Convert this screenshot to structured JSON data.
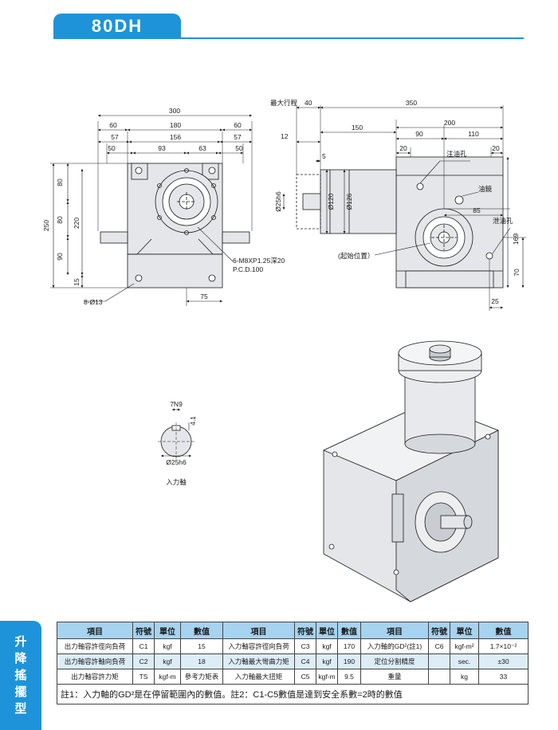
{
  "header": {
    "title": "80DH"
  },
  "side_tab": {
    "chars": [
      "升",
      "降",
      "搖",
      "擺",
      "型"
    ]
  },
  "front_view": {
    "dims": {
      "w300": "300",
      "w60l": "60",
      "w180": "180",
      "w60r": "60",
      "w57l": "57",
      "w156": "156",
      "w57r": "57",
      "w50l": "50",
      "w93": "93",
      "w63": "63",
      "w50r": "50",
      "h80a": "80",
      "h80b": "80",
      "h90": "90",
      "h220": "220",
      "h250": "250",
      "h15": "15",
      "w75": "75"
    },
    "callout_bolt": "6-M8XP1.25深20",
    "callout_pcd": "P.C.D.100",
    "callout_holes": "8-Ø13"
  },
  "side_view": {
    "labels": {
      "max_stroke": "最大行程",
      "stroke_val": "40",
      "w350": "350",
      "w200": "200",
      "w150": "150",
      "w90": "90",
      "w110": "110",
      "w20l": "20",
      "w20r": "20",
      "w12": "12",
      "w5": "5",
      "d25": "Ø25h6",
      "d120": "Ø120",
      "d126": "Ø126",
      "d85": "85",
      "h169": "169",
      "h70": "70",
      "w25": "25"
    },
    "oil_fill": "注油孔",
    "oil_gauge": "油鏡",
    "oil_drain": "泄油孔",
    "start_pos": "(起始位置）"
  },
  "shaft_detail": {
    "key": "7N9",
    "depth": "4.1",
    "dia": "Ø25h6",
    "label": "入力軸"
  },
  "spec_table": {
    "headers": [
      "項目",
      "符號",
      "單位",
      "數值",
      "項目",
      "符號",
      "單位",
      "數值",
      "項目",
      "符號",
      "單位",
      "數值"
    ],
    "rows": [
      [
        "出力軸容許徑向負荷",
        "C1",
        "kgf",
        "15",
        "入力軸容許徑向負荷",
        "C3",
        "kgf",
        "170",
        "入力軸的GD²(註1)",
        "C6",
        "kgf-m²",
        "1.7×10⁻²"
      ],
      [
        "出力軸容許軸向負荷",
        "C2",
        "kgf",
        "18",
        "入力軸最大彎曲力矩",
        "C4",
        "kgf",
        "190",
        "定位分割精度",
        "",
        "sec.",
        "±30"
      ],
      [
        "出力軸容許力矩",
        "TS",
        "kgf-m",
        "參考力矩表",
        "入力軸最大扭矩",
        "C5",
        "kgf-m",
        "9.5",
        "重量",
        "",
        "kg",
        "33"
      ]
    ],
    "note": "註1：入力軸的GD²是在停留範圍內的數值。註2：C1-C5數值是達到安全系數=2時的數值"
  },
  "colors": {
    "accent": "#1e93d9",
    "table_header": "#a6d3ef",
    "table_alt": "#dcedf8",
    "part_fill": "#e4e6e9"
  }
}
